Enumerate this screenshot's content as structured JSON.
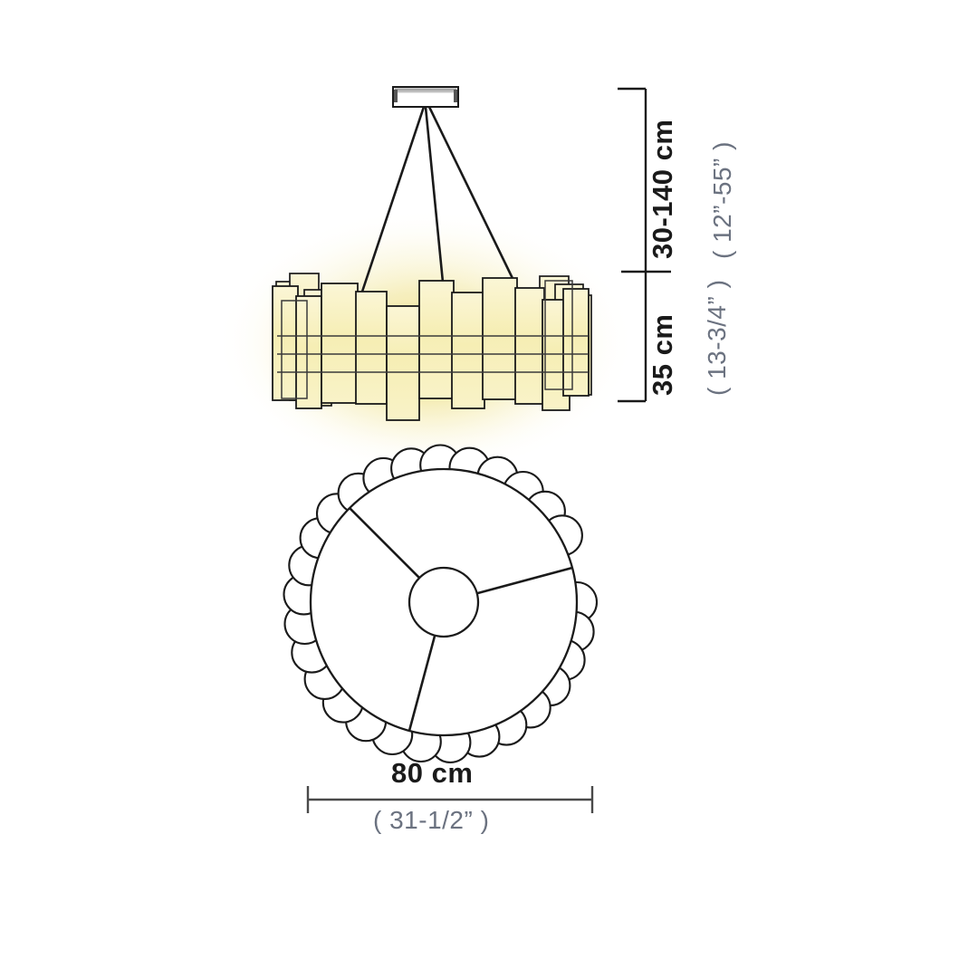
{
  "drawing": {
    "title": "Pendant lamp dimension drawing",
    "background_color": "#ffffff",
    "line_color": "#1a1a1a",
    "glow_color": "#f2e8a0",
    "glass_fill": "#f7f0bd",
    "inch_text_color": "#6b7280",
    "cm_text_color": "#1a1a1a"
  },
  "dimensions": {
    "drop": {
      "cm": "30-140 cm",
      "inch": "( 12”-55” )",
      "orientation": "vertical"
    },
    "body_height": {
      "cm": "35 cm",
      "inch": "( 13-3/4” )",
      "orientation": "vertical"
    },
    "diameter": {
      "cm": "80 cm",
      "inch": "( 31-1/2” )",
      "orientation": "horizontal"
    }
  },
  "views": {
    "elevation": {
      "name": "side-elevation-view",
      "canopy": {
        "width": 72,
        "height": 22
      },
      "cable_count": 3,
      "bar_count": 22
    },
    "plan": {
      "name": "top-plan-view",
      "outer_circle_radius": 147,
      "hub_radius": 38,
      "bead_count": 28,
      "bead_radius": 22,
      "spoke_count": 3,
      "spoke_angles_deg": [
        135,
        15,
        255
      ]
    }
  }
}
